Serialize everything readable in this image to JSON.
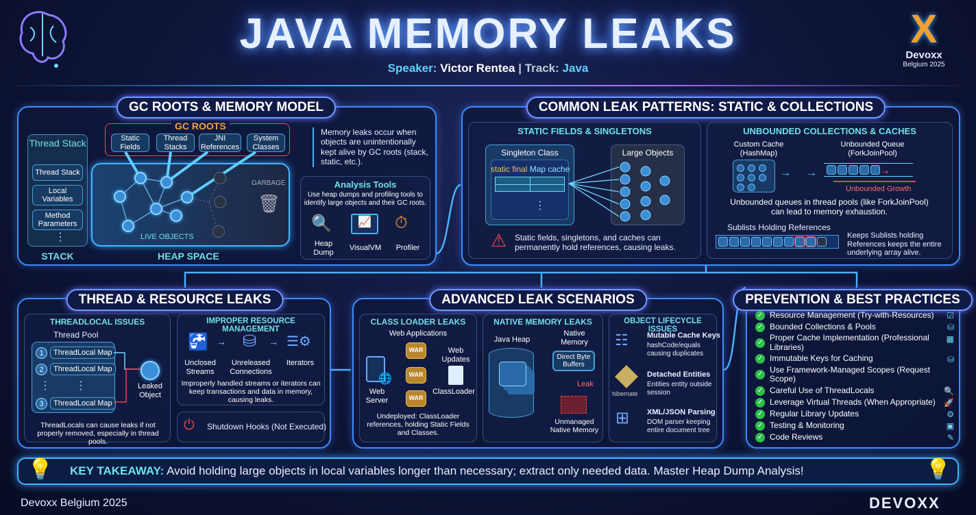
{
  "header": {
    "title": "JAVA MEMORY LEAKS",
    "speaker_label": "Speaker:",
    "speaker": "Victor Rentea",
    "track_label": "| Track:",
    "track": "Java",
    "logo_text": "Devoxx",
    "logo_sub": "Belgium 2025"
  },
  "gc": {
    "title": "GC ROOTS & MEMORY MODEL",
    "roots_title": "GC ROOTS",
    "roots": [
      "Static Fields",
      "Thread Stacks",
      "JNI References",
      "System Classes"
    ],
    "stack_title": "Thread Stack",
    "stack_items": [
      "Thread Stack",
      "Local Variables",
      "Method Parameters"
    ],
    "stack_label": "STACK",
    "heap_label": "HEAP SPACE",
    "live_label": "LIVE OBJECTS",
    "garbage_label": "GARBAGE",
    "desc": "Memory leaks occur when objects are unintentionally kept alive by GC roots (stack, static, etc.).",
    "tools_title": "Analysis Tools",
    "tools_desc": "Use heap dumps and profiling tools to identify large objects and their GC roots.",
    "tools": [
      "Heap Dump",
      "VisualVM",
      "Profiler"
    ]
  },
  "patterns": {
    "title": "COMMON LEAK PATTERNS: STATIC & COLLECTIONS",
    "static": {
      "title": "STATIC FIELDS & SINGLETONS",
      "singleton": "Singleton Class",
      "kw": "static final",
      "field": "Map cache",
      "large": "Large Objects",
      "warning": "Static fields, singletons, and caches can permanently hold references, causing leaks."
    },
    "unbounded": {
      "title": "UNBOUNDED COLLECTIONS & CACHES",
      "cache": "Custom Cache (HashMap)",
      "queue": "Unbounded Queue (ForkJoinPool)",
      "growth": "Unbounded Growth",
      "desc": "Unbounded queues in thread pools (like ForkJoinPool) can lead to memory exhaustion.",
      "sublists": "Sublists Holding References",
      "sublists_desc": "Keeps Sublists holding References keeps the entire underlying array alive."
    }
  },
  "thread": {
    "title": "THREAD & RESOURCE LEAKS",
    "tl_title": "THREADLOCAL ISSUES",
    "pool": "Thread Pool",
    "maps": [
      {
        "n": "1",
        "label": "ThreadLocal Map"
      },
      {
        "n": "2",
        "label": "ThreadLocal Map"
      },
      {
        "n": "3",
        "label": "ThreadLocal Map"
      }
    ],
    "leaked": "Leaked Object",
    "tl_desc": "ThreadLocals can cause leaks if not properly removed, especially in thread pools.",
    "res_title": "IMPROPER RESOURCE MANAGEMENT",
    "res_items": [
      "Unclosed Streams",
      "Unreleased Connections",
      "Iterators"
    ],
    "res_desc": "Improperly handled streams or iterators can keep transactions and data in memory, causing leaks.",
    "hooks": "Shutdown Hooks (Not Executed)"
  },
  "advanced": {
    "title": "ADVANCED LEAK SCENARIOS",
    "cl_title": "CLASS LOADER LEAKS",
    "webapps": "Web Applications",
    "server": "Web Server",
    "wars": [
      "WAR",
      "WAR",
      "WAR"
    ],
    "updates": "Web Updates",
    "classloader": "ClassLoader",
    "cl_desc": "Undeployed: ClassLoader references, holding Static Fields and Classes.",
    "nm_title": "NATIVE MEMORY LEAKS",
    "heap": "Java Heap",
    "native": "Native Memory",
    "buffers": "Direct Byte Buffers",
    "leak": "Leak",
    "unmanaged": "Unmanaged Native Memory",
    "ol_title": "OBJECT LIFECYCLE ISSUES",
    "ol_items": [
      {
        "t": "Mutable Cache Keys",
        "d": "hashCode/equals causing duplicates"
      },
      {
        "t": "Detached Entities",
        "d": "Entities entity outside session"
      },
      {
        "t": "XML/JSON Parsing",
        "d": "DOM parser keeping entire document tree"
      }
    ],
    "hibernate": "hibernate"
  },
  "prevention": {
    "title": "PREVENTION & BEST PRACTICES",
    "items": [
      "Resource Management (Try-with-Resources)",
      "Bounded Collections & Pools",
      "Proper Cache Implementation (Professional Libraries)",
      "Immutable Keys for Caching",
      "Use Framework-Managed Scopes (Request Scope)",
      "Careful Use of ThreadLocals",
      "Leverage Virtual Threads (When Appropriate)",
      "Regular Library Updates",
      "Testing & Monitoring",
      "Code Reviews"
    ],
    "icons": [
      "☑",
      "⛁",
      "▦",
      "⛁",
      "",
      "🔍",
      "🚀",
      "⚙",
      "▣",
      "✎"
    ]
  },
  "takeaway": {
    "label": "KEY TAKEAWAY:",
    "text": "Avoid holding large objects in local variables longer than necessary; extract only needed data. Master Heap Dump Analysis!"
  },
  "footer": {
    "left": "Devoxx Belgium 2025",
    "logo": "DEVOXX"
  },
  "colors": {
    "accent": "#3c8cff",
    "teal": "#6fe0e6",
    "warning": "#e8434b",
    "success": "#2fbf4a"
  }
}
